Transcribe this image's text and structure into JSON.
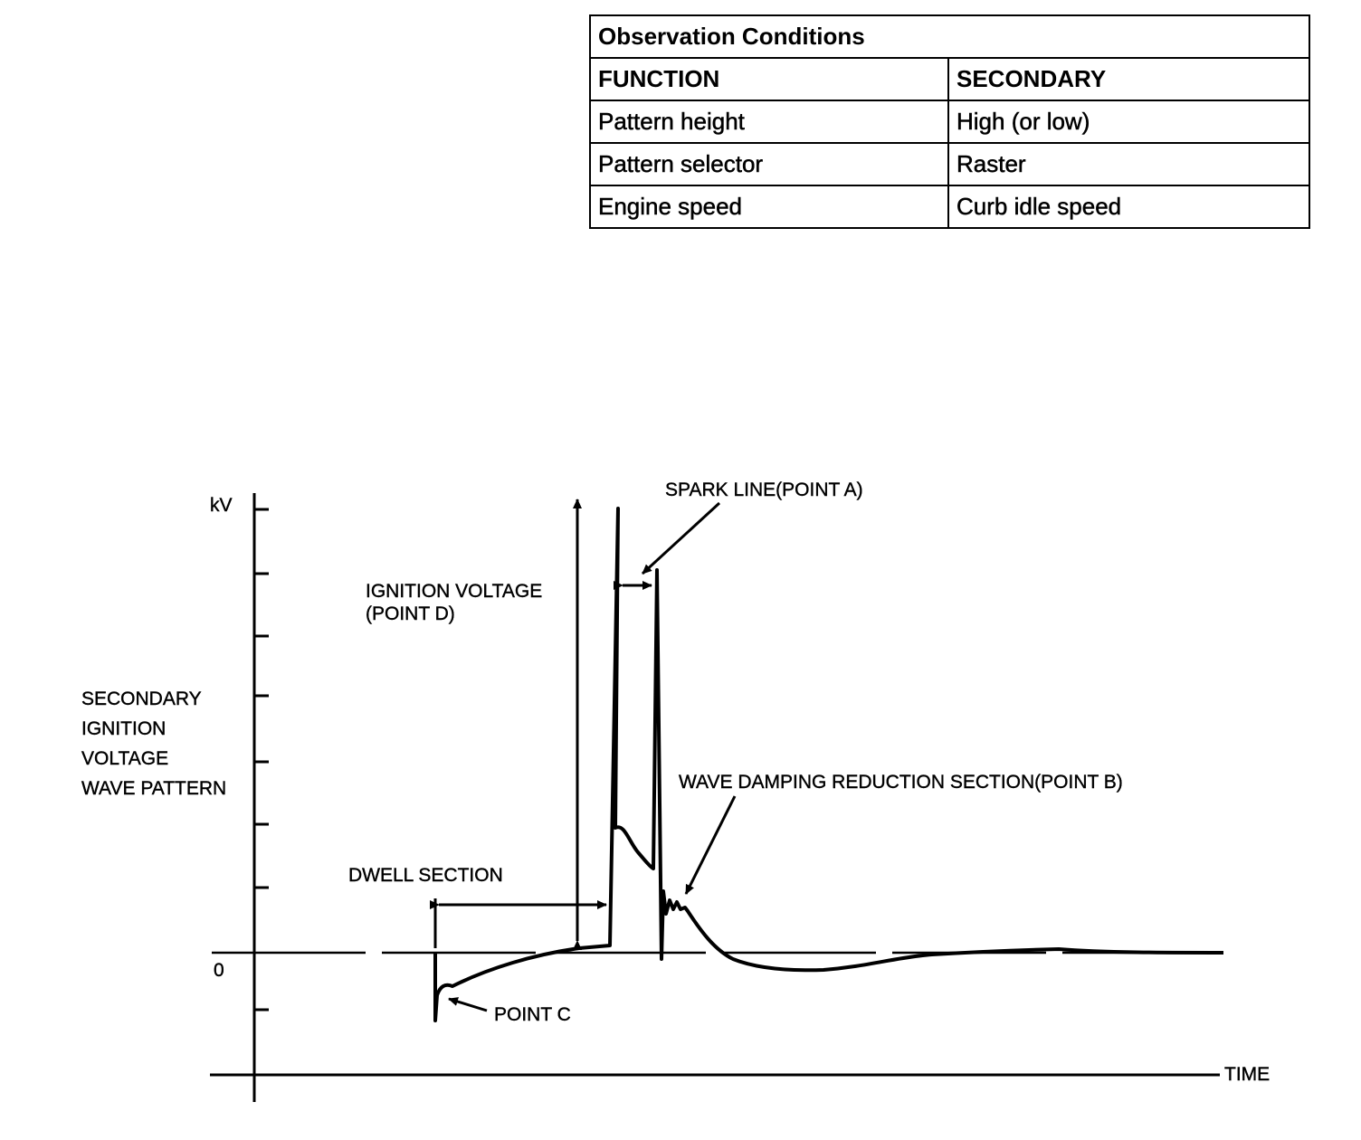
{
  "table": {
    "title": "Observation Conditions",
    "header": [
      "FUNCTION",
      "SECONDARY"
    ],
    "rows": [
      [
        "Pattern height",
        "High (or low)"
      ],
      [
        "Pattern selector",
        "Raster"
      ],
      [
        "Engine speed",
        "Curb idle speed"
      ]
    ]
  },
  "diagram": {
    "y_axis_unit": "kV",
    "zero_label": "0",
    "x_axis_label": "TIME",
    "y_axis_title": [
      "SECONDARY",
      "IGNITION",
      "VOLTAGE",
      "WAVE PATTERN"
    ],
    "annotations": {
      "spark_line": "SPARK LINE(POINT A)",
      "ignition_voltage": [
        "IGNITION VOLTAGE",
        "(POINT D)"
      ],
      "wave_damping": "WAVE DAMPING REDUCTION SECTION(POINT B)",
      "dwell_section": "DWELL SECTION",
      "point_c": "POINT C"
    }
  }
}
